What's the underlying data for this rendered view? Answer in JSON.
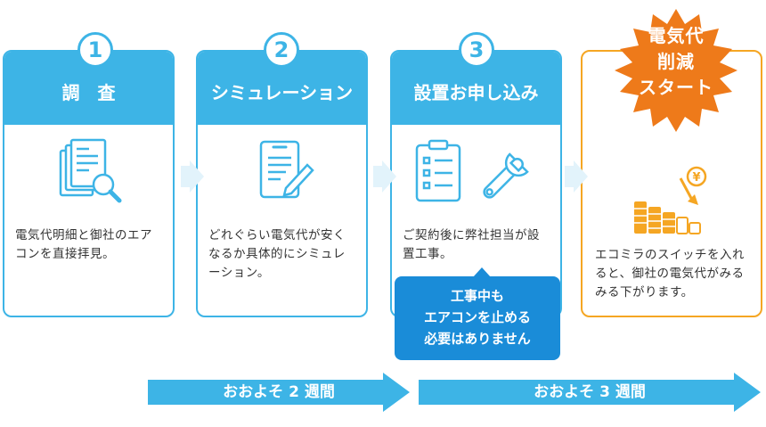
{
  "steps": [
    {
      "number": "1",
      "title": "調　査",
      "desc": "電気代明細と御社のエアコンを直接拝見。",
      "icon": "document-search-icon"
    },
    {
      "number": "2",
      "title": "シミュレーション",
      "desc": "どれぐらい電気代が安くなるか具体的にシミュレーション。",
      "icon": "document-pen-icon"
    },
    {
      "number": "3",
      "title": "設置お申し込み",
      "desc": "ご契約後に弊社担当が設置工事。",
      "icon": "checklist-wrench-icon"
    }
  ],
  "final": {
    "burst_lines": [
      "電気代",
      "削減",
      "スタート"
    ],
    "desc": "エコミラのスイッチを入れると、御社の電気代がみるみる下がります。",
    "icon": "yen-coins-decrease-icon",
    "currency": "¥"
  },
  "callout": {
    "lines": [
      "工事中も",
      "エアコンを止める",
      "必要はありません"
    ]
  },
  "durations": [
    {
      "label": "おおよそ 2 週間"
    },
    {
      "label": "おおよそ 3 週間"
    }
  ],
  "colors": {
    "primary": "#3db4e6",
    "accent": "#f5a623",
    "burst": "#ee7a1a",
    "callout": "#1a8cd8",
    "chevron": "#e2f3fb"
  }
}
